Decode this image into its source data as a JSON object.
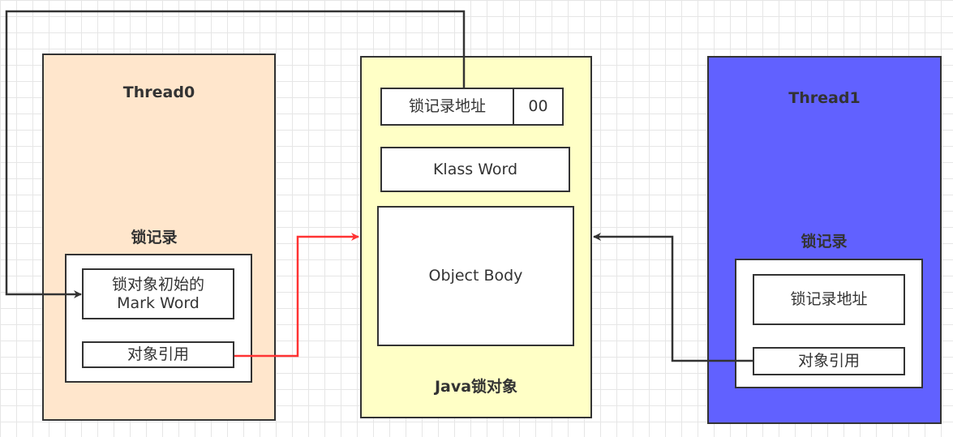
{
  "colors": {
    "thread0_fill": "#ffe6cc",
    "java_object_fill": "#ffffc6",
    "thread1_fill": "#6161ff",
    "highlight_arrow": "#ff3333",
    "stroke": "#333333"
  },
  "thread0": {
    "title": "Thread0",
    "lock_record_title": "锁记录",
    "mark_word_line1": "锁对象初始的",
    "mark_word_line2": "Mark Word",
    "object_ref": "对象引用"
  },
  "java_object": {
    "lock_record_address": "锁记录地址",
    "lock_bits": "00",
    "klass_word": "Klass Word",
    "object_body": "Object Body",
    "title": "Java锁对象"
  },
  "thread1": {
    "title": "Thread1",
    "lock_record_title": "锁记录",
    "lock_record_address": "锁记录地址",
    "object_ref": "对象引用"
  }
}
